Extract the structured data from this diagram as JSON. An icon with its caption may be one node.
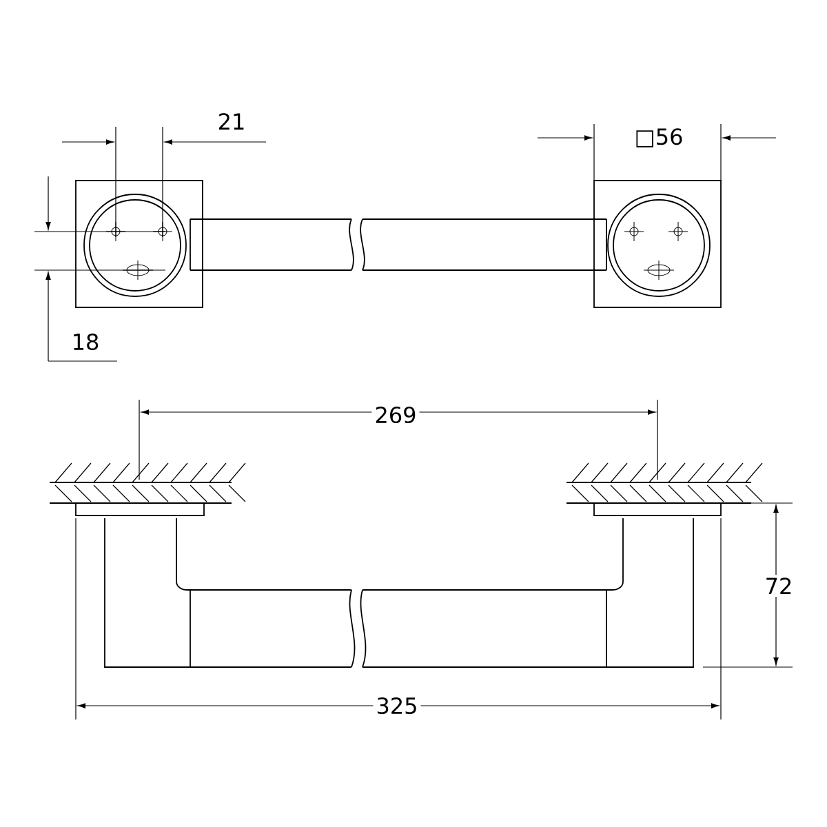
{
  "diagram": {
    "labels": [
      "21",
      "□56",
      "18",
      "269",
      "72",
      "325"
    ]
  }
}
